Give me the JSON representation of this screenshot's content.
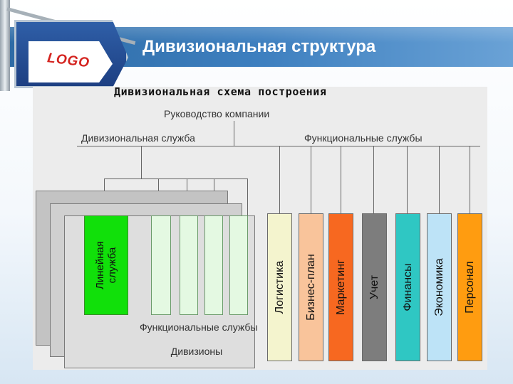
{
  "slide": {
    "title": "Дивизиональная структура",
    "logo": "LOGO"
  },
  "diagram": {
    "title": "Дивизиональная схема построения",
    "root": "Руководство компании",
    "left_branch": "Дивизиональная служба",
    "right_branch": "Функциональные службы",
    "line_service": "Линейная служба",
    "functional_services_label": "Функциональные службы",
    "divisions_label": "Дивизионы",
    "functional_units": [
      {
        "label": "Логистика",
        "color": "#f4f4ce"
      },
      {
        "label": "Бизнес-план",
        "color": "#f9c49b"
      },
      {
        "label": "Маркетинг",
        "color": "#f76820"
      },
      {
        "label": "Учет",
        "color": "#7d7d7d"
      },
      {
        "label": "Финансы",
        "color": "#2fc7c3"
      },
      {
        "label": "Экономика",
        "color": "#bde3f7"
      },
      {
        "label": "Персонал",
        "color": "#ff9c10"
      }
    ]
  },
  "colors": {
    "header_blue": "#3d7fbf",
    "line_service_green": "#11e00a",
    "logo_red": "#d4231f"
  }
}
